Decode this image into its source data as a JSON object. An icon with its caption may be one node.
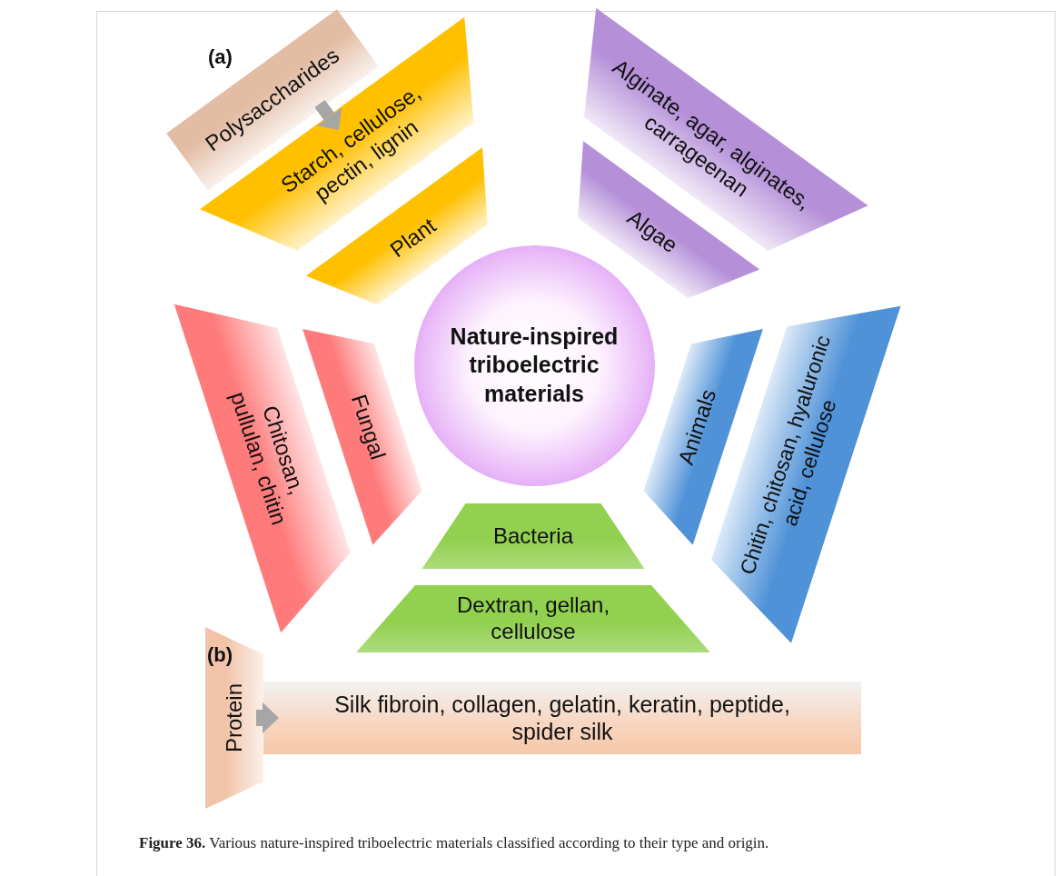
{
  "diagram": {
    "caption": "**Figure 36.** Various nature-inspired triboelectric materials classified according to their type and origin.",
    "nodes": [
      {
        "text": [
          "Polysaccharides"
        ]
      },
      {
        "text": [
          "Starch, cellulose, pectin, lignin"
        ]
      },
      {
        "text": [
          "Plant"
        ]
      },
      {
        "text": [
          "Alginate, agar, alginates, carrageenan"
        ]
      },
      {
        "text": [
          "Algae"
        ]
      },
      {
        "text": [
          "Nature-inspired triboelectric materials"
        ]
      },
      {
        "text": [
          "Chitosan, pullulan, chitin"
        ]
      },
      {
        "text": [
          "Fungal"
        ]
      },
      {
        "text": [
          "Animals"
        ]
      },
      {
        "text": [
          "Chitin, chitosan, hyaluronic acid, cellulose"
        ]
      },
      {
        "text": [
          "Bacteria"
        ]
      },
      {
        "text": [
          "Dextran, gellan, cellulose"
        ]
      },
      {
        "text": [
          "Protein"
        ]
      },
      {
        "text": [
          "Silk fibroin, collagen, gelatin, keratin, peptide, spider silk"
        ]
      }
    ],
    "edges": [
      {
        "from": 0,
        "to": 1,
        "arrow": "to"
      },
      {
        "from": 12,
        "to": 13,
        "arrow": "to"
      }
    ],
    "labels": [
      "(a)",
      "(b)"
    ]
  }
}
